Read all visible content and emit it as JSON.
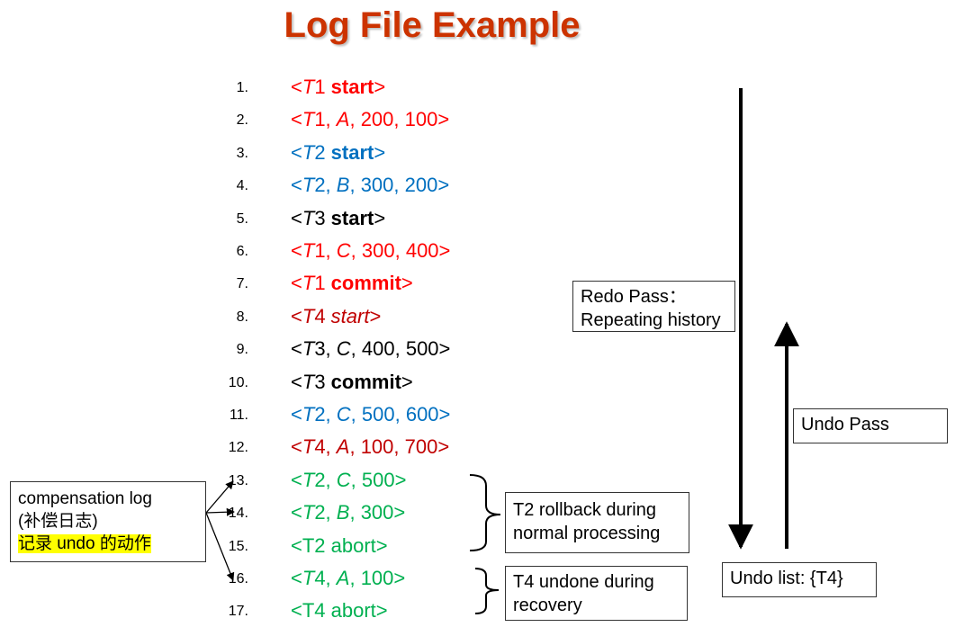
{
  "title": "Log File Example",
  "log": [
    {
      "num": "1.",
      "color": "#ff0000",
      "parts": [
        {
          "t": "<"
        },
        {
          "t": "T",
          "i": true
        },
        {
          "t": "1 "
        },
        {
          "t": "start",
          "b": true
        },
        {
          "t": ">"
        }
      ]
    },
    {
      "num": "2.",
      "color": "#ff0000",
      "parts": [
        {
          "t": "<"
        },
        {
          "t": "T",
          "i": true
        },
        {
          "t": "1, "
        },
        {
          "t": "A",
          "i": true
        },
        {
          "t": ", 200, 100>"
        }
      ]
    },
    {
      "num": "3.",
      "color": "#0070c0",
      "parts": [
        {
          "t": "<"
        },
        {
          "t": "T",
          "i": true
        },
        {
          "t": "2 "
        },
        {
          "t": "start",
          "b": true
        },
        {
          "t": ">"
        }
      ]
    },
    {
      "num": "4.",
      "color": "#0070c0",
      "parts": [
        {
          "t": "<"
        },
        {
          "t": "T",
          "i": true
        },
        {
          "t": "2, "
        },
        {
          "t": "B",
          "i": true
        },
        {
          "t": ", 300, 200>"
        }
      ]
    },
    {
      "num": "5.",
      "color": "#000000",
      "parts": [
        {
          "t": "<"
        },
        {
          "t": "T",
          "i": true
        },
        {
          "t": "3 "
        },
        {
          "t": "start",
          "b": true
        },
        {
          "t": ">"
        }
      ]
    },
    {
      "num": "6.",
      "color": "#ff0000",
      "parts": [
        {
          "t": "<"
        },
        {
          "t": "T",
          "i": true
        },
        {
          "t": "1, "
        },
        {
          "t": "C",
          "i": true
        },
        {
          "t": ", 300, 400>"
        }
      ]
    },
    {
      "num": "7.",
      "color": "#ff0000",
      "parts": [
        {
          "t": "<"
        },
        {
          "t": "T",
          "i": true
        },
        {
          "t": "1 "
        },
        {
          "t": "commit",
          "b": true
        },
        {
          "t": ">"
        }
      ]
    },
    {
      "num": "8.",
      "color": "#c00000",
      "parts": [
        {
          "t": "<"
        },
        {
          "t": "T",
          "i": true
        },
        {
          "t": "4 "
        },
        {
          "t": "start",
          "i": true
        },
        {
          "t": ">"
        }
      ]
    },
    {
      "num": "9.",
      "color": "#000000",
      "parts": [
        {
          "t": "<"
        },
        {
          "t": "T",
          "i": true
        },
        {
          "t": "3, "
        },
        {
          "t": "C",
          "i": true
        },
        {
          "t": ", 400, 500>"
        }
      ]
    },
    {
      "num": "10.",
      "color": "#000000",
      "parts": [
        {
          "t": "<"
        },
        {
          "t": "T",
          "i": true
        },
        {
          "t": "3 "
        },
        {
          "t": "commit",
          "b": true
        },
        {
          "t": ">"
        }
      ]
    },
    {
      "num": "11.",
      "color": "#0070c0",
      "parts": [
        {
          "t": "<"
        },
        {
          "t": "T",
          "i": true
        },
        {
          "t": "2, "
        },
        {
          "t": "C",
          "i": true
        },
        {
          "t": ", 500, 600>"
        }
      ]
    },
    {
      "num": "12.",
      "color": "#c00000",
      "parts": [
        {
          "t": "<"
        },
        {
          "t": "T",
          "i": true
        },
        {
          "t": "4, "
        },
        {
          "t": "A",
          "i": true
        },
        {
          "t": ", 100, 700>"
        }
      ]
    },
    {
      "num": "13.",
      "color": "#00b050",
      "parts": [
        {
          "t": "<"
        },
        {
          "t": "T",
          "i": true
        },
        {
          "t": "2, "
        },
        {
          "t": "C",
          "i": true
        },
        {
          "t": ", 500>"
        }
      ]
    },
    {
      "num": "14.",
      "color": "#00b050",
      "parts": [
        {
          "t": "<"
        },
        {
          "t": "T",
          "i": true
        },
        {
          "t": "2, "
        },
        {
          "t": "B",
          "i": true
        },
        {
          "t": ", 300>"
        }
      ]
    },
    {
      "num": "15.",
      "color": "#00b050",
      "parts": [
        {
          "t": "<T2 abort>"
        }
      ]
    },
    {
      "num": "16.",
      "color": "#00b050",
      "parts": [
        {
          "t": "<"
        },
        {
          "t": "T",
          "i": true
        },
        {
          "t": "4, "
        },
        {
          "t": "A",
          "i": true
        },
        {
          "t": ", 100>"
        }
      ]
    },
    {
      "num": "17.",
      "color": "#00b050",
      "parts": [
        {
          "t": "<T4 abort>"
        }
      ]
    }
  ],
  "boxes": {
    "redo_line1": "Redo Pass：",
    "redo_line2": "Repeating history",
    "undo_pass": "Undo Pass",
    "undo_list": "Undo  list: {T4}",
    "t2_line1": "T2 rollback during",
    "t2_line2": "normal processing",
    "t4_line1": "T4 undone  during",
    "t4_line2": "recovery",
    "comp_line1": "compensation log",
    "comp_line2": "(补偿日志)",
    "comp_line3": "记录 undo 的动作"
  },
  "colors": {
    "title": "#cc3300",
    "red": "#ff0000",
    "dark_red": "#c00000",
    "blue": "#0070c0",
    "green": "#00b050",
    "highlight": "#ffff00"
  }
}
